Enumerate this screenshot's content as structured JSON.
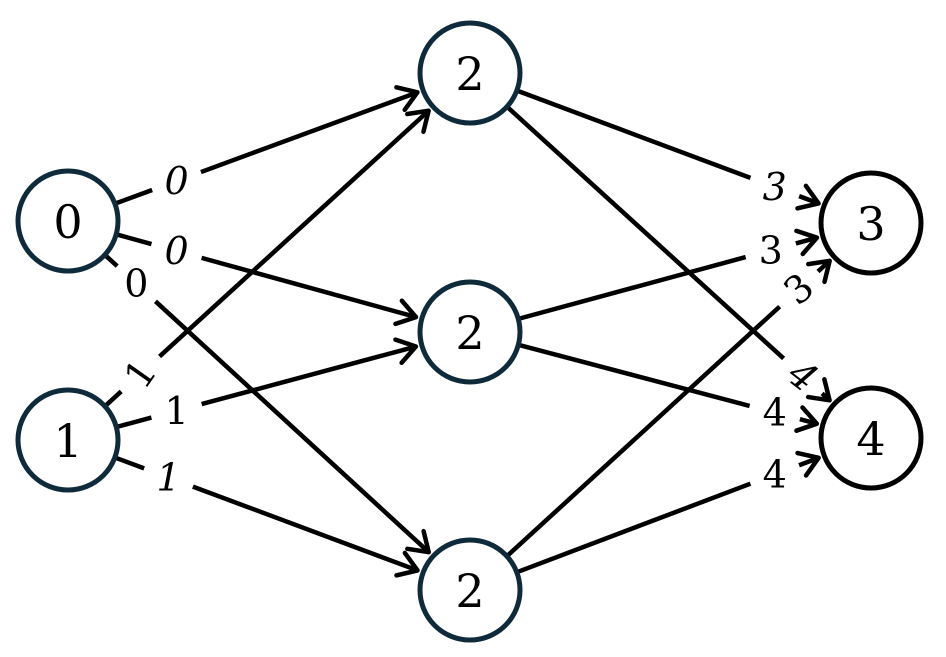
{
  "colors": {
    "node_dark": "#0f2a3a",
    "node_black": "#000000",
    "edge": "#000000"
  },
  "nodes": [
    {
      "id": "n0",
      "label": "0"
    },
    {
      "id": "n1",
      "label": "1"
    },
    {
      "id": "m_top",
      "label": "2"
    },
    {
      "id": "m_mid",
      "label": "2"
    },
    {
      "id": "m_bot",
      "label": "2"
    },
    {
      "id": "o3",
      "label": "3"
    },
    {
      "id": "o4",
      "label": "4"
    }
  ],
  "edges": [
    {
      "from": "n0",
      "to": "m_top",
      "label": "0",
      "italic": true
    },
    {
      "from": "n0",
      "to": "m_mid",
      "label": "0",
      "italic": true
    },
    {
      "from": "n0",
      "to": "m_bot",
      "label": "0",
      "italic": false
    },
    {
      "from": "n1",
      "to": "m_top",
      "label": "1",
      "italic": false
    },
    {
      "from": "n1",
      "to": "m_mid",
      "label": "1",
      "italic": false
    },
    {
      "from": "n1",
      "to": "m_bot",
      "label": "1",
      "italic": true
    },
    {
      "from": "m_top",
      "to": "o3",
      "label": "3",
      "italic": true
    },
    {
      "from": "m_top",
      "to": "o4",
      "label": "4",
      "italic": true
    },
    {
      "from": "m_mid",
      "to": "o3",
      "label": "3",
      "italic": false
    },
    {
      "from": "m_mid",
      "to": "o4",
      "label": "4",
      "italic": false
    },
    {
      "from": "m_bot",
      "to": "o3",
      "label": "3",
      "italic": false
    },
    {
      "from": "m_bot",
      "to": "o4",
      "label": "4",
      "italic": false
    }
  ]
}
